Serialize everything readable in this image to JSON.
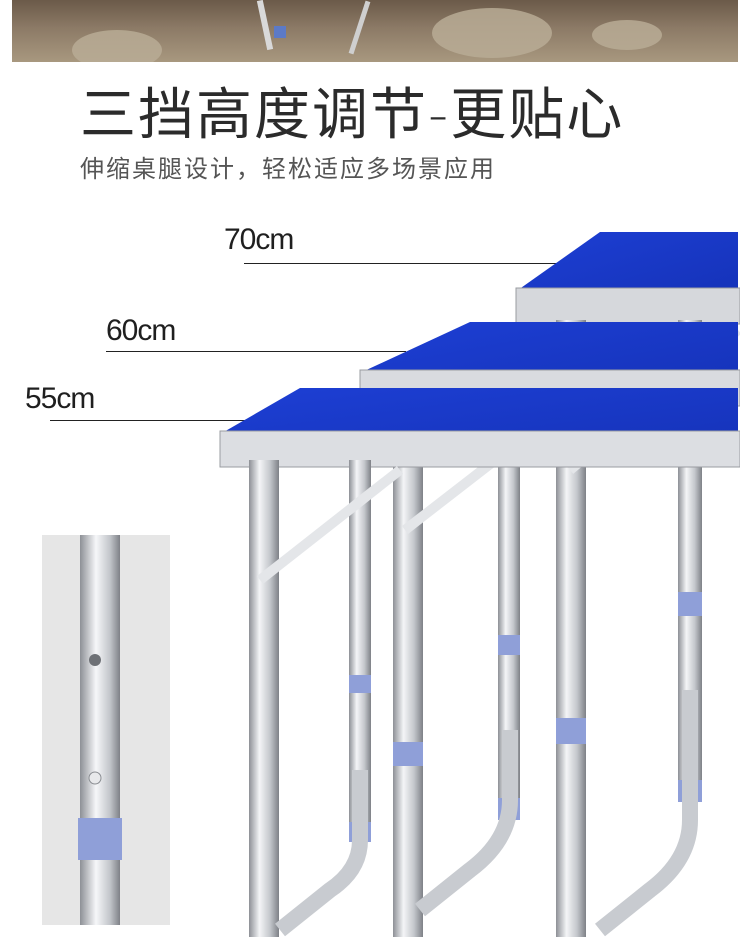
{
  "heading": {
    "title": "三挡高度调节-更贴心",
    "subtitle": "伸缩桌腿设计，轻松适应多场景应用"
  },
  "heights": {
    "high": "70cm",
    "mid": "60cm",
    "low": "55cm"
  },
  "colors": {
    "tabletop": "#1f3fd6",
    "frame": "#c9ccd1",
    "leg_cap": "#8f9fd8",
    "text": "#2b2b2b"
  },
  "icons": [
    "table-photo",
    "leg-detail-photo"
  ]
}
